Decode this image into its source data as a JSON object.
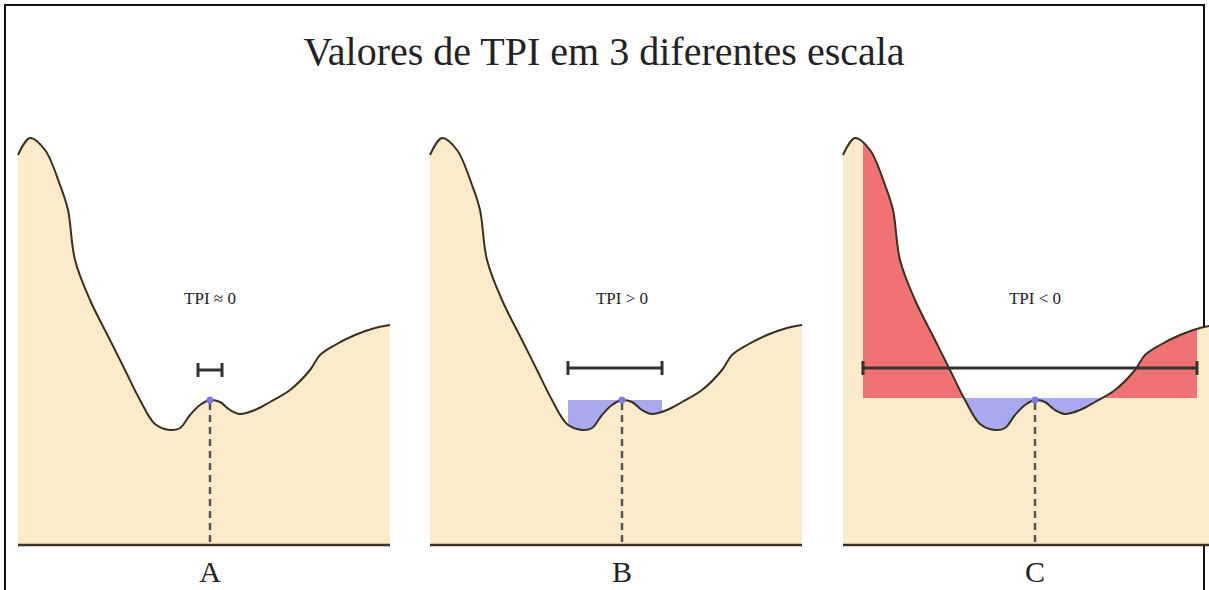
{
  "diagram": {
    "title": "Valores de TPI em 3 diferentes escala",
    "labels": [
      "TPI ≈ 0",
      "TPI > 0",
      "TPI < 0",
      "A",
      "B",
      "C"
    ]
  }
}
